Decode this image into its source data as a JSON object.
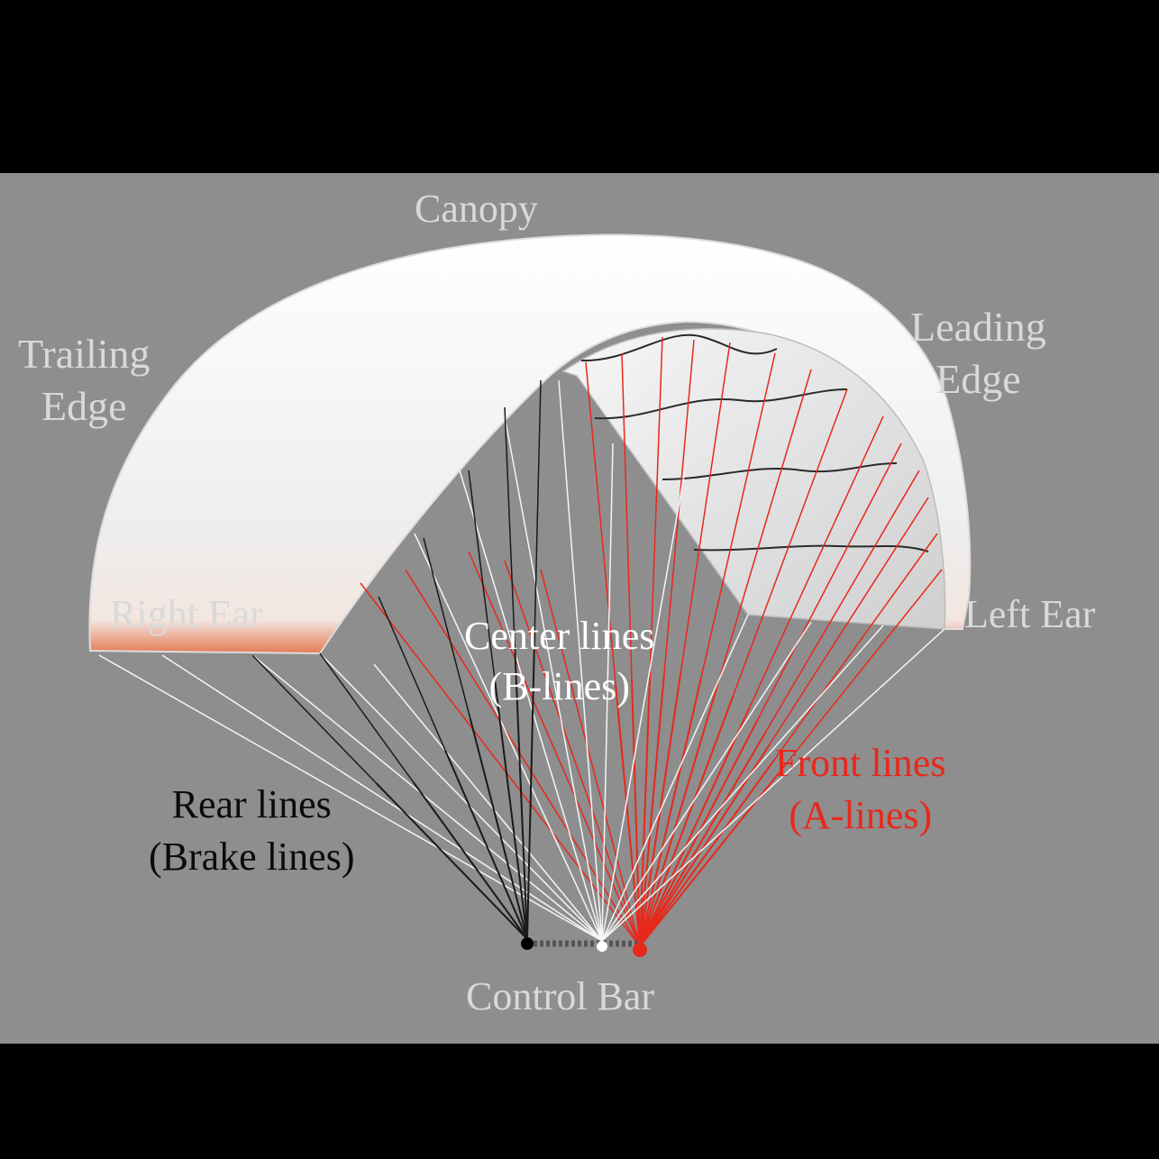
{
  "labels": {
    "canopy": "Canopy",
    "trailing_edge": [
      "Trailing",
      "Edge"
    ],
    "leading_edge": [
      "Leading",
      "Edge"
    ],
    "right_ear": "Right Ear",
    "left_ear": "Left Ear",
    "center_lines": [
      "Center lines",
      "(B-lines)"
    ],
    "front_lines": [
      "Front lines",
      "(A-lines)"
    ],
    "rear_lines": [
      "Rear lines",
      "(Brake lines)"
    ],
    "control_bar": "Control Bar"
  },
  "colors": {
    "background": "#8e8e8e",
    "canopy": "#f2f2f2",
    "front_lines": "#e8281b",
    "center_lines": "#f5f5f5",
    "rear_lines": "#1a1a1a",
    "label_light": "#d9d9d9"
  }
}
